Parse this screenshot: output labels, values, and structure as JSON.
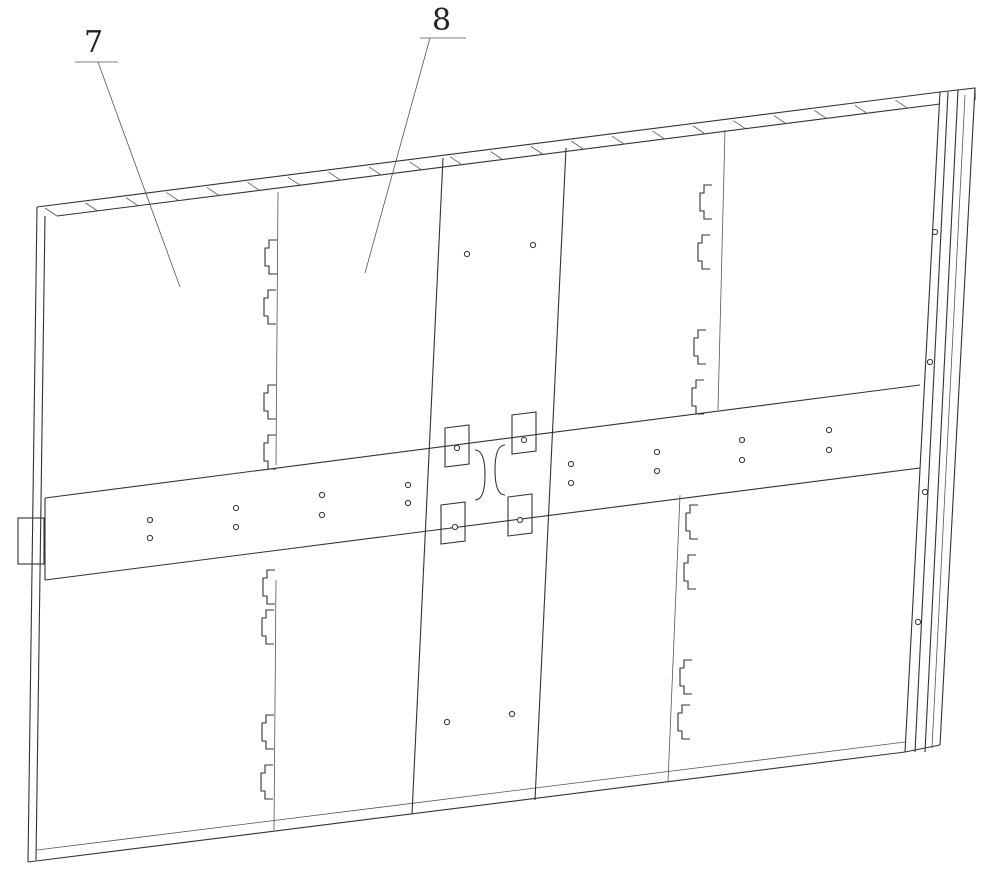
{
  "labels": [
    {
      "id": "7",
      "text": "7"
    },
    {
      "id": "8",
      "text": "8"
    }
  ],
  "colors": {
    "line": "#333333",
    "background": "#ffffff"
  }
}
